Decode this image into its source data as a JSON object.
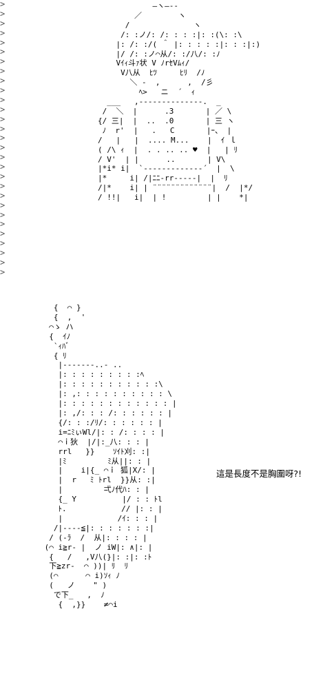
{
  "quote_marker": ">",
  "quote_marker_count": 29,
  "art_top": "            ―ヽ―--\n        ／        ヽ\n      /              ヽ\n     /: :ノ/: /: : : :|: :(\\: :\\\n    |: /: :/( ＾ |: : : : :|: : :|:)\n    |/ /: :ノ⌒从/: :/八/: :ﾉ\n    Vｲｨ斗ｧ状 V ﾉrｾVﾑｨ/\n     V八从  ﾋﾂ     ﾋﾘ  /ﾉ\n       ＼ -  ,      ,  /彡\n         ﾍ>   ニ  ´  ｨ\n  ___   ,--------------.  _\n /  ＼  |      .3       | ／ \\\n{/ 三|  |  ..  .0       | 三 ヽ\n ﾉ  r'  |   .   C       |ｰ、 |\n/   |   |  .... M...    |  ｲ ｌ\n( /\\ ｨ  |  . . .. .. ♥  |   | ﾘ\n/ V'  | |      ..       | V\\\n|*i* i|  `-------------´  |  \\\n|*     i| /|ﾆﾆ-rr-‐‐‐‐|  |  ﾘ\n/|*    i| | ¨¨¨¨¨¨¨¨¨¨¨¨¨|  /  |*/\n/ !!|   i|  | !         | |    *|",
  "art_bottom": "   {  ⌒ }\n   {  ,  '\n  ⌒ゝ ハ\n  {  ｲﾉ\n   `ｨﾊﾞ\n   { ﾘ\n    |‐‐‐‐‐‐‐..- ..\n    |: : : : : : : : :ﾍ\n    |: : : : : : : : : : :\\\n    |: ,: : : : : : : : : : \\\n    |: : : : : : : : : : : : |\n    |: ,/: : : /: : : : : : |\n    {/: : :/ﾘ/: : : : : : |\n    i=ﾆﾐぃWl/|: : /: : : : |\n    ⌒ｉ狄  |/|:_八: : : |\n    rrl   }}    ｿｲﾄ刈: :|\n    |ﾐ         ﾐ从||: : |\n    |    i|{_ ⌒ｉ 狐|X/: |\n    |  r   ﾐ ﾄrl  }}从: :|\n    |         弌ﾉ代ﾊ: : |\n    {_ Y          |/ : : ﾄl\n    ﾄ.            // |: : |\n    |            /ｲ: : : |\n   /|‐‐‐‐≦|: : : : : : :|\n  / (-ﾗ  /  从|: : : : |\n (⌒ i≧r- |  ノ iW|: ∧|: |\n  {   /   ,V八(}|: :|: :ﾄ\n  下≧zr-  ⌒ ))| ﾘ  ﾘ\n  (⌒      ⌒ i)ｿｨ ﾉ\n  (   ノ    \" )\n   で下_   ,  ﾉ\n    {  ,}}    ≠⌒i",
  "caption": "這是長度不是胸圍呀?!",
  "colors": {
    "background": "#ffffff",
    "text": "#000000",
    "quote_marker": "#555555"
  }
}
